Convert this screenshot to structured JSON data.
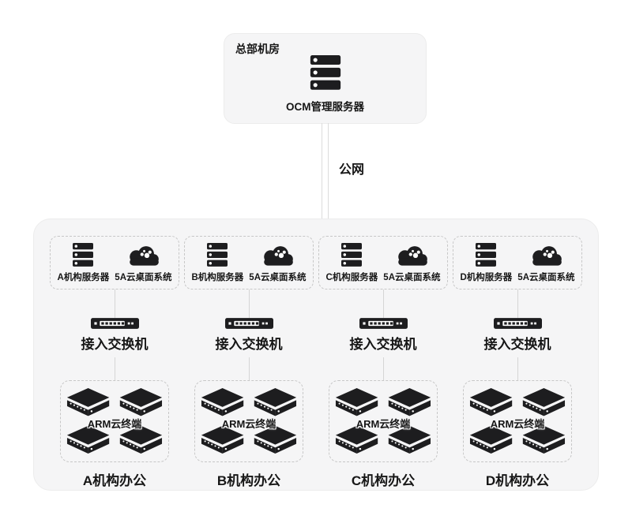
{
  "colors": {
    "panel_bg": "#f5f5f6",
    "panel_border": "#ececec",
    "dashed_border": "#c7c7c7",
    "connector_line": "#d5d5d5",
    "icon_fill": "#1d1d1f",
    "text": "#161616"
  },
  "hq": {
    "title": "总部机房",
    "server_label": "OCM管理服务器",
    "server_icon": "server-rack-icon"
  },
  "wan": {
    "label": "公网"
  },
  "icons": {
    "server": "server-rack-icon",
    "cloud": "cloud-desktop-icon",
    "switch": "network-switch-icon",
    "terminal": "arm-terminal-icon"
  },
  "branches": [
    {
      "server_label": "A机构服务器",
      "cloud_label": "5A云桌面系统",
      "switch_label": "接入交换机",
      "terminal_label": "ARM云终端",
      "office_label": "A机构办公"
    },
    {
      "server_label": "B机构服务器",
      "cloud_label": "5A云桌面系统",
      "switch_label": "接入交换机",
      "terminal_label": "ARM云终端",
      "office_label": "B机构办公"
    },
    {
      "server_label": "C机构服务器",
      "cloud_label": "5A云桌面系统",
      "switch_label": "接入交换机",
      "terminal_label": "ARM云终端",
      "office_label": "C机构办公"
    },
    {
      "server_label": "D机构服务器",
      "cloud_label": "5A云桌面系统",
      "switch_label": "接入交换机",
      "terminal_label": "ARM云终端",
      "office_label": "D机构办公"
    }
  ]
}
